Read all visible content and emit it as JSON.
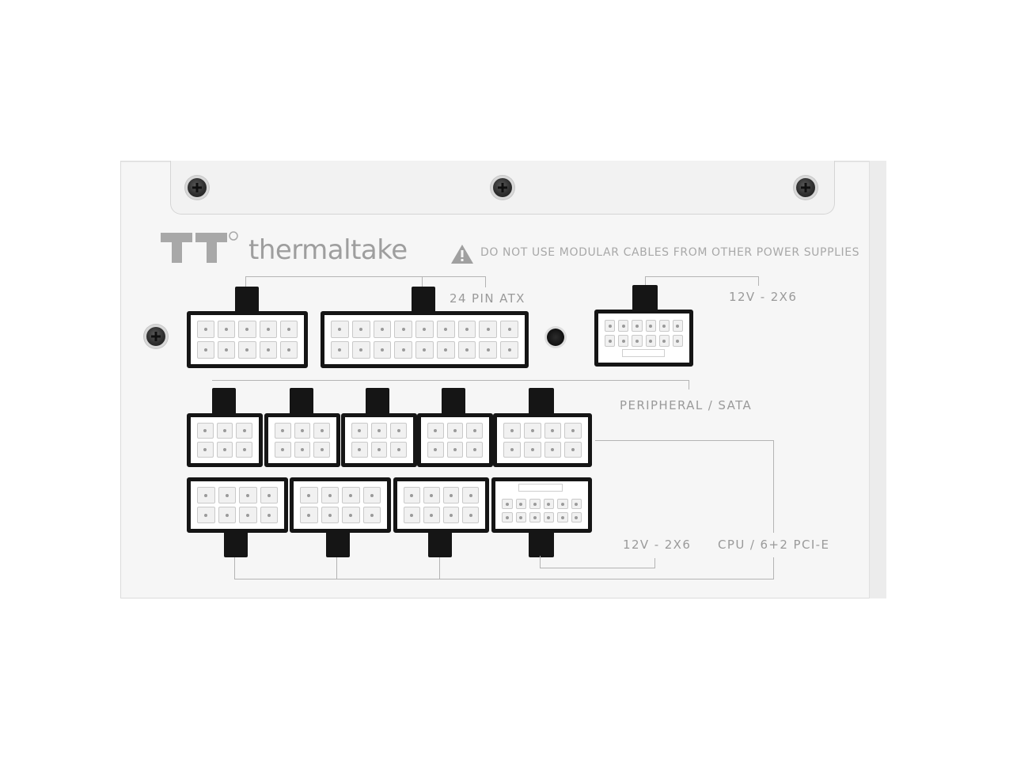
{
  "brand": {
    "name": "thermaltake"
  },
  "warning": {
    "text": "DO NOT USE MODULAR CABLES FROM OTHER POWER SUPPLIES"
  },
  "labels": {
    "atx24": "24 PIN ATX",
    "hpwr_top": "12V - 2X6",
    "peripheral_sata": "PERIPHERAL / SATA",
    "hpwr_bottom": "12V - 2X6",
    "cpu_pcie": "CPU / 6+2 PCI-E"
  },
  "colors": {
    "panel": "#f6f6f6",
    "label_text": "#9a9a9a",
    "connector_frame": "#151515"
  }
}
